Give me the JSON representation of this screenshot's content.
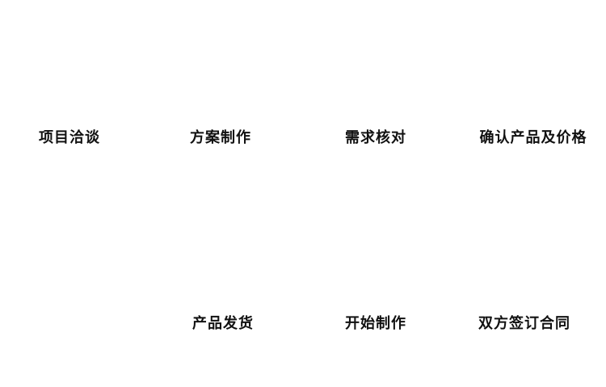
{
  "page": {
    "background_color": "#ffffff",
    "text_color": "#111111"
  },
  "flow": {
    "top_row_labels": [
      "项目洽谈",
      "方案制作",
      "需求核对",
      "确认产品及价格"
    ],
    "bottom_row_labels": [
      "产品发货",
      "开始制作",
      "双方签订合同"
    ]
  }
}
